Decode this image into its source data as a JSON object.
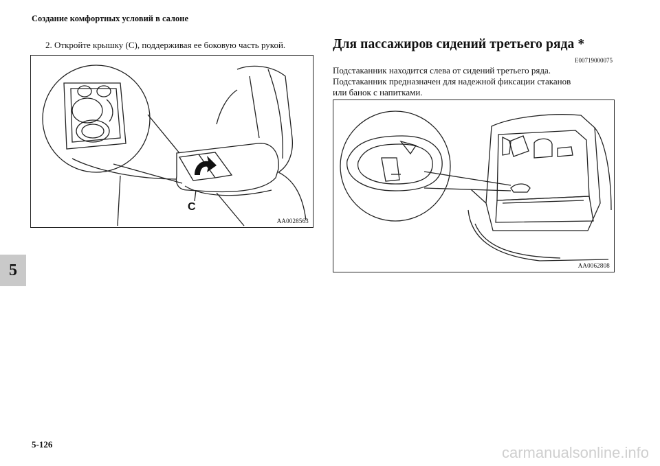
{
  "header": {
    "title": "Создание комфортных условий в салоне"
  },
  "left": {
    "step": "2. Откройте крышку (C), поддерживая ее боковую часть рукой.",
    "figure": {
      "label_c": "C",
      "code": "AA0028563"
    }
  },
  "right": {
    "title": "Для пассажиров сидений третьего ряда *",
    "section_code": "E00719000075",
    "lines": [
      "Подстаканник находится слева от сидений третьего ряда.",
      "Подстаканник предназначен для надежной фиксации стаканов",
      "или банок с напитками."
    ],
    "figure": {
      "code": "AA0062808"
    }
  },
  "chapter_tab": "5",
  "page_number": "5-126",
  "watermark": "carmanualsonline.info"
}
